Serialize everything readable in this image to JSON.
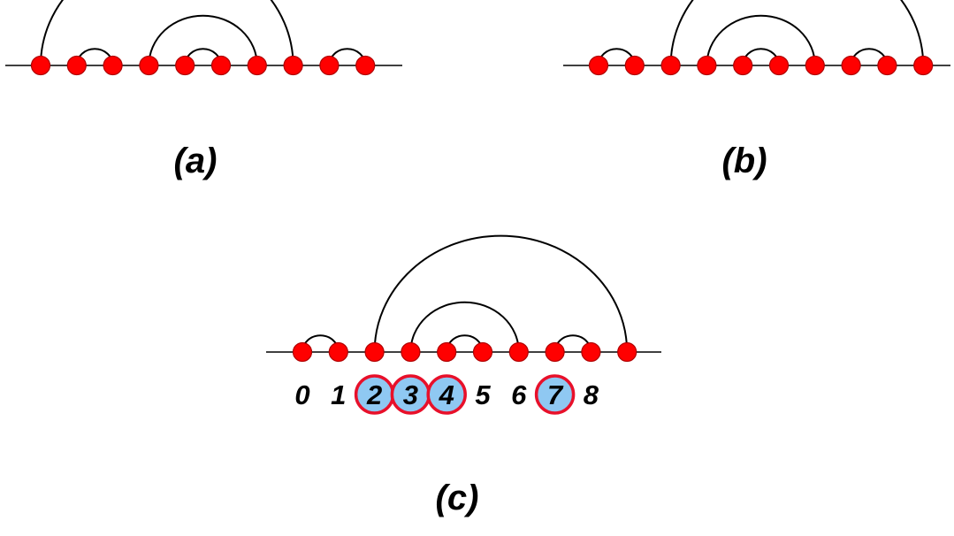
{
  "colors": {
    "node_fill": "#ff0000",
    "node_stroke": "#b00000",
    "arc": "#000000",
    "baseline": "#000000",
    "highlight_fill": "#8fc8f2",
    "highlight_stroke": "#e8102a"
  },
  "panels": [
    {
      "id": "a",
      "label": "(a)",
      "nodes": 10,
      "arcs": [
        [
          0,
          7
        ],
        [
          1,
          2
        ],
        [
          3,
          6
        ],
        [
          4,
          5
        ],
        [
          8,
          9
        ]
      ]
    },
    {
      "id": "b",
      "label": "(b)",
      "nodes": 10,
      "arcs": [
        [
          0,
          1
        ],
        [
          2,
          9
        ],
        [
          3,
          6
        ],
        [
          4,
          5
        ],
        [
          7,
          8
        ]
      ]
    },
    {
      "id": "c",
      "label": "(c)",
      "nodes": 10,
      "arcs": [
        [
          0,
          1
        ],
        [
          2,
          9
        ],
        [
          3,
          6
        ],
        [
          4,
          5
        ],
        [
          7,
          8
        ]
      ],
      "index_labels": [
        "0",
        "1",
        "2",
        "3",
        "4",
        "5",
        "6",
        "7",
        "8"
      ],
      "highlighted_indices": [
        "2",
        "3",
        "4",
        "7"
      ]
    }
  ]
}
